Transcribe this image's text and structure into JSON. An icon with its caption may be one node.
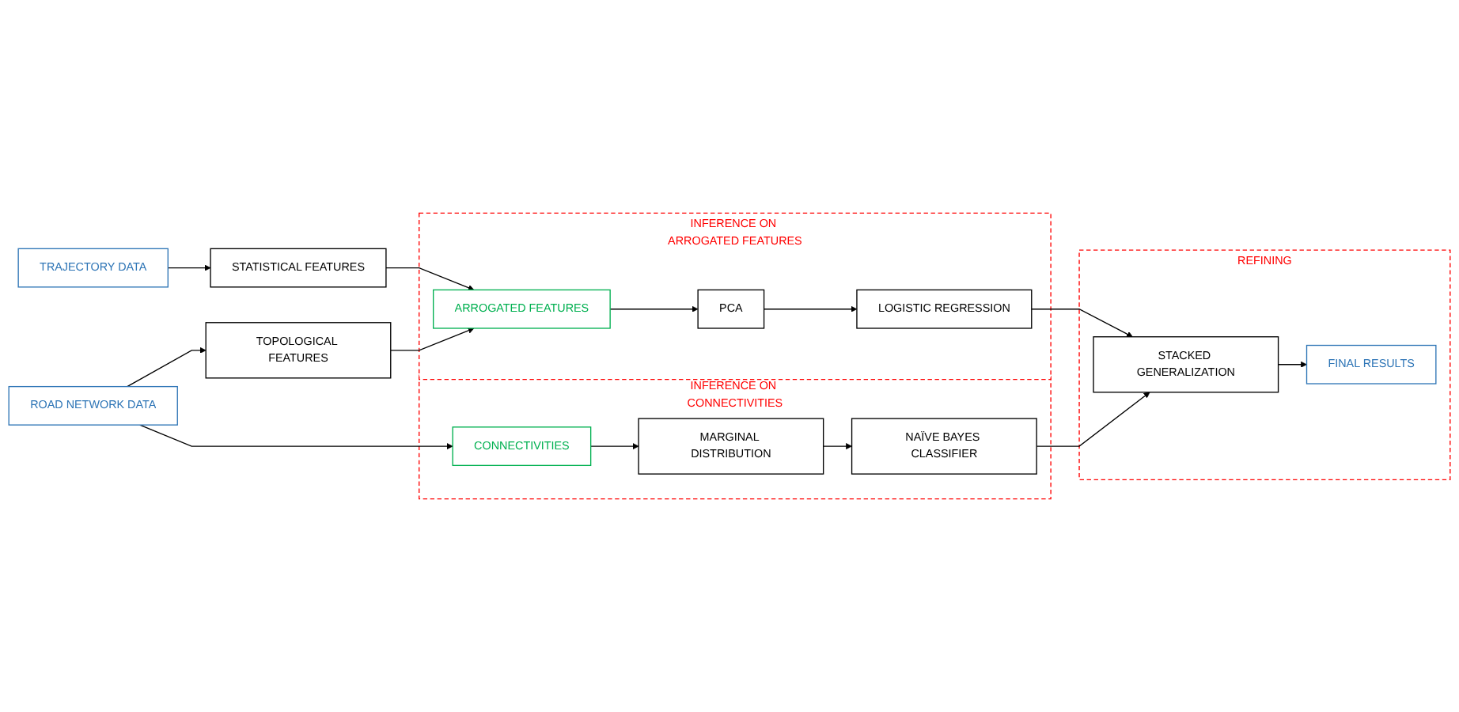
{
  "diagram": {
    "nodes": [
      {
        "text": [
          "ROAD NETWORK DATA"
        ]
      },
      {
        "text": [
          "TOPOLOGICAL FEATURES"
        ]
      },
      {
        "text": [
          "TRAJECTORY DATA"
        ]
      },
      {
        "text": [
          "STATISTICAL FEATURES"
        ]
      },
      {
        "text": [
          "INFERENCE ON ARROGATED FEATURES"
        ]
      },
      {
        "text": [
          "ARROGATED FEATURES"
        ],
        "in": 4
      },
      {
        "text": [
          "PCA"
        ],
        "in": 4
      },
      {
        "text": [
          "LOGISTIC REGRESSION"
        ],
        "in": 4
      },
      {
        "text": [
          "INFERENCE ON CONNECTIVITIES"
        ]
      },
      {
        "text": [
          "CONNECTIVITIES"
        ],
        "in": 8
      },
      {
        "text": [
          "MARGINAL DISTRIBUTION"
        ],
        "in": 8
      },
      {
        "text": [
          "NAÏVE BAYES CLASSIFIER"
        ],
        "in": 8
      },
      {
        "text": [
          "REFINING"
        ]
      },
      {
        "text": [
          "FINAL RESULTS"
        ],
        "in": 12
      },
      {
        "text": [
          "STACKED GENERALIZATION"
        ],
        "in": 12
      }
    ],
    "edges": [
      {
        "from": 0,
        "to": 1,
        "arrow": "to"
      },
      {
        "from": 2,
        "to": 3,
        "arrow": "to"
      },
      {
        "from": 1,
        "to": 5,
        "arrow": "to"
      },
      {
        "from": 3,
        "to": 5,
        "arrow": "to"
      },
      {
        "from": 0,
        "to": 9,
        "arrow": "to"
      },
      {
        "from": 5,
        "to": 6,
        "arrow": "to"
      },
      {
        "from": 6,
        "to": 7,
        "arrow": "to"
      },
      {
        "from": 9,
        "to": 10,
        "arrow": "to"
      },
      {
        "from": 10,
        "to": 11,
        "arrow": "to"
      },
      {
        "from": 7,
        "to": 14,
        "arrow": "to"
      },
      {
        "from": 11,
        "to": 14,
        "arrow": "to"
      },
      {
        "from": 14,
        "to": 13,
        "arrow": "to"
      }
    ]
  }
}
